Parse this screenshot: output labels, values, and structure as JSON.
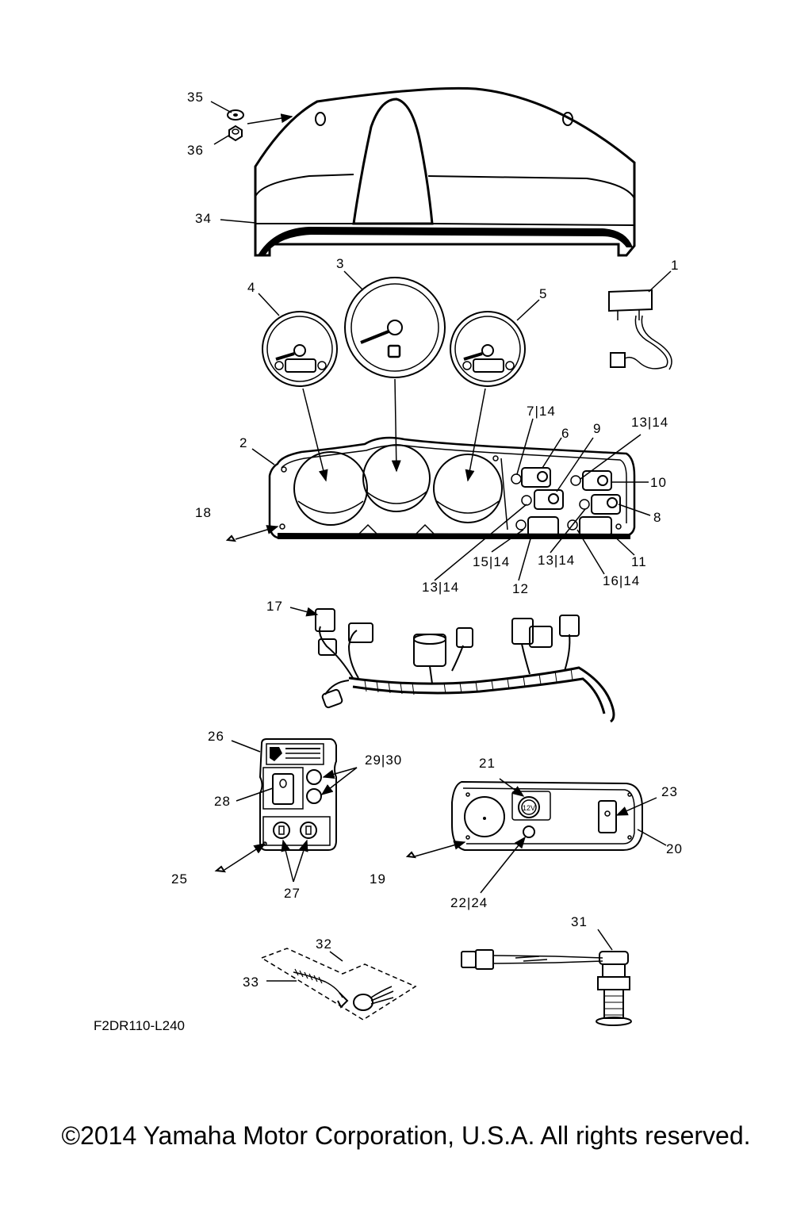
{
  "diagram_code": "F2DR110-L240",
  "copyright": "©2014 Yamaha Motor Corporation, U.S.A. All rights reserved.",
  "callouts": {
    "c1": "1",
    "c2": "2",
    "c3": "3",
    "c4": "4",
    "c5": "5",
    "c6": "6",
    "c7_14": "7|14",
    "c8": "8",
    "c9": "9",
    "c10": "10",
    "c11": "11",
    "c12": "12",
    "c13_14_a": "13|14",
    "c13_14_b": "13|14",
    "c13_14_c": "13|14",
    "c15_14": "15|14",
    "c16_14": "16|14",
    "c17": "17",
    "c18": "18",
    "c19": "19",
    "c20": "20",
    "c21": "21",
    "c22_24": "22|24",
    "c23": "23",
    "c25": "25",
    "c26": "26",
    "c27": "27",
    "c28": "28",
    "c29_30": "29|30",
    "c31": "31",
    "c32": "32",
    "c33": "33",
    "c34": "34",
    "c35": "35",
    "c36": "36"
  },
  "socket_label": "12V"
}
